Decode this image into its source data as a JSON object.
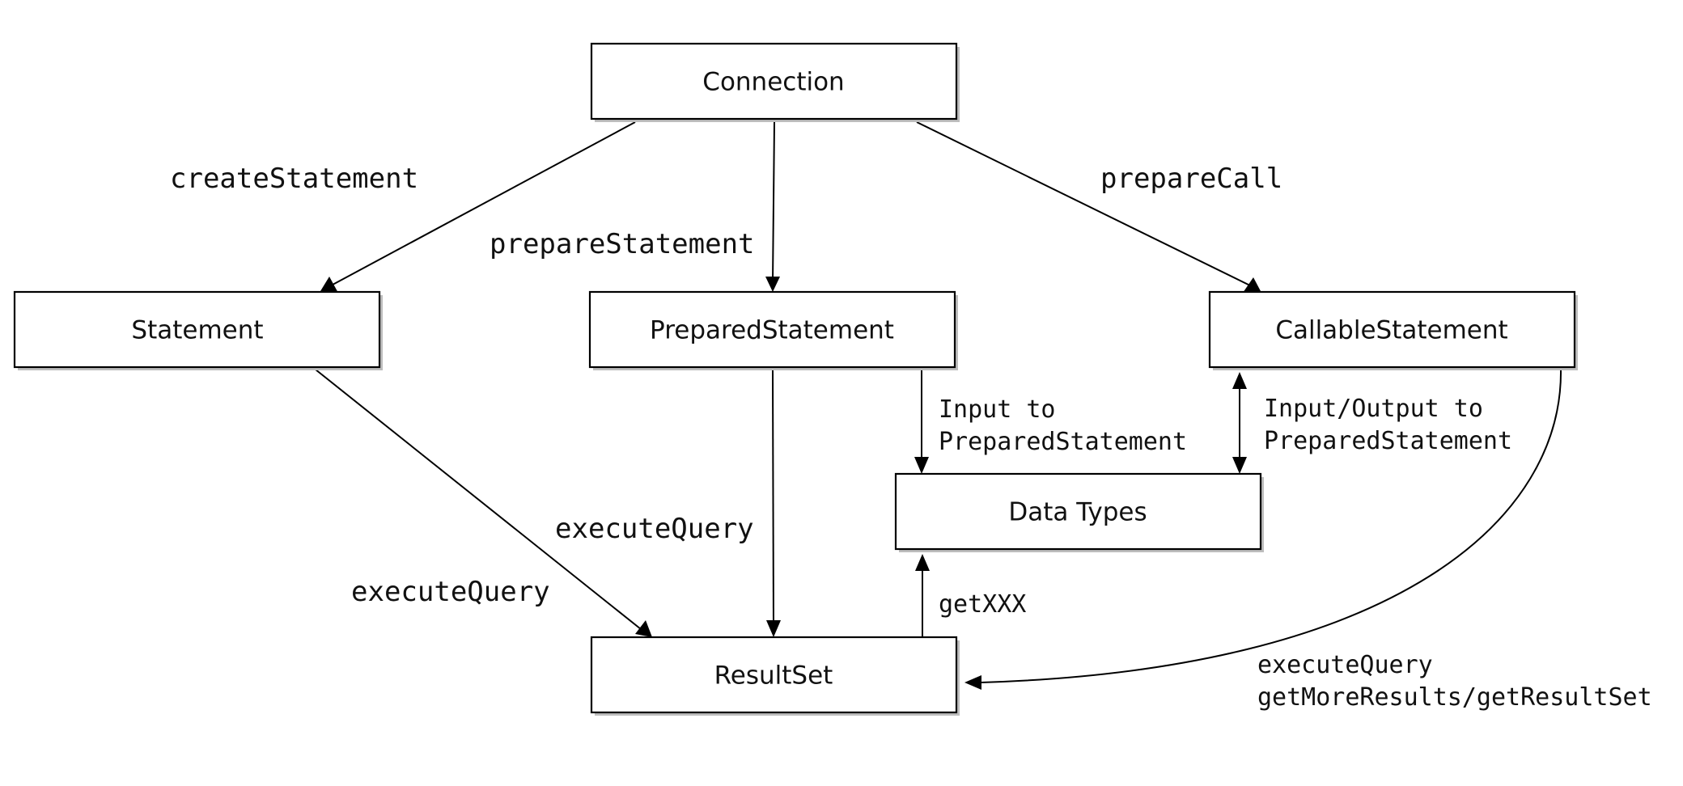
{
  "nodes": {
    "connection": "Connection",
    "statement": "Statement",
    "prepared_statement": "PreparedStatement",
    "callable_statement": "CallableStatement",
    "data_types": "Data Types",
    "result_set": "ResultSet"
  },
  "edges": {
    "create_statement": "createStatement",
    "prepare_statement": "prepareStatement",
    "prepare_call": "prepareCall",
    "statement_execute_query": "executeQuery",
    "prepared_execute_query": "executeQuery",
    "input_to_line1": "Input to",
    "input_to_line2": "PreparedStatement",
    "input_output_line1": "Input/Output to",
    "input_output_line2": "PreparedStatement",
    "get_xxx": "getXXX",
    "callable_results_line1": "executeQuery",
    "callable_results_line2": "getMoreResults/getResultSet"
  },
  "colors": {
    "stroke": "#000000",
    "box_fill": "#ffffff",
    "shadow": "#bdbdbd"
  }
}
